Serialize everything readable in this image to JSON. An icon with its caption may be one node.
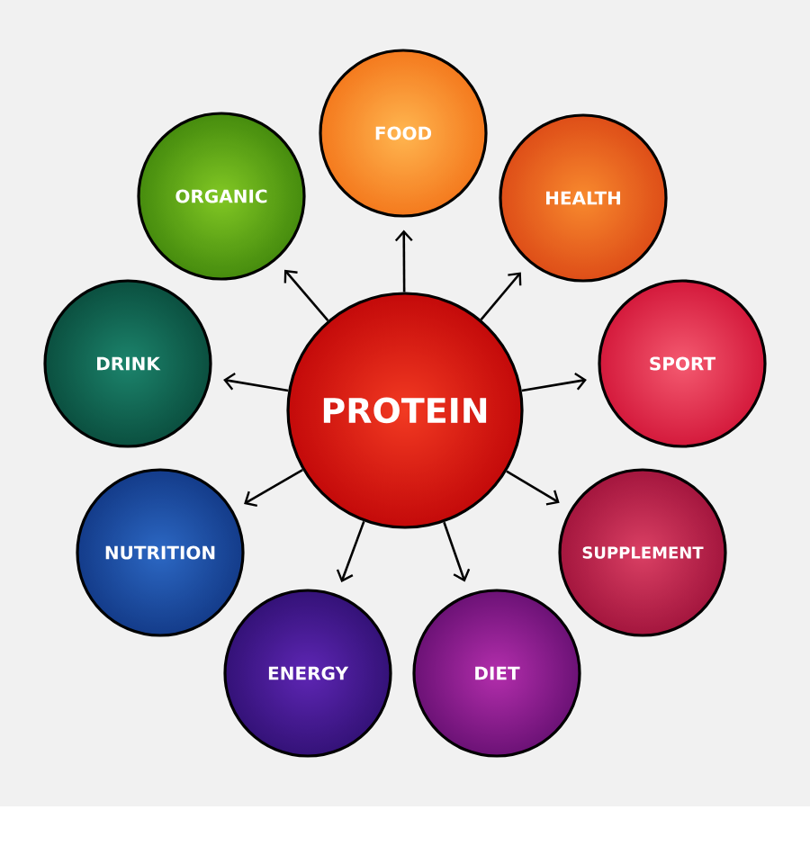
{
  "diagram": {
    "nodes": [
      {
        "text": [
          "PROTEIN"
        ]
      },
      {
        "text": [
          "FOOD"
        ]
      },
      {
        "text": [
          "HEALTH"
        ]
      },
      {
        "text": [
          "SPORT"
        ]
      },
      {
        "text": [
          "SUPPLEMENT"
        ]
      },
      {
        "text": [
          "DIET"
        ]
      },
      {
        "text": [
          "ENERGY"
        ]
      },
      {
        "text": [
          "NUTRITION"
        ]
      },
      {
        "text": [
          "DRINK"
        ]
      },
      {
        "text": [
          "ORGANIC"
        ]
      }
    ],
    "edges": [
      {
        "from": 0,
        "to": 1,
        "arrow": "to"
      },
      {
        "from": 0,
        "to": 2,
        "arrow": "to"
      },
      {
        "from": 0,
        "to": 3,
        "arrow": "to"
      },
      {
        "from": 0,
        "to": 4,
        "arrow": "to"
      },
      {
        "from": 0,
        "to": 5,
        "arrow": "to"
      },
      {
        "from": 0,
        "to": 6,
        "arrow": "to"
      },
      {
        "from": 0,
        "to": 7,
        "arrow": "to"
      },
      {
        "from": 0,
        "to": 8,
        "arrow": "to"
      },
      {
        "from": 0,
        "to": 9,
        "arrow": "to"
      }
    ]
  }
}
